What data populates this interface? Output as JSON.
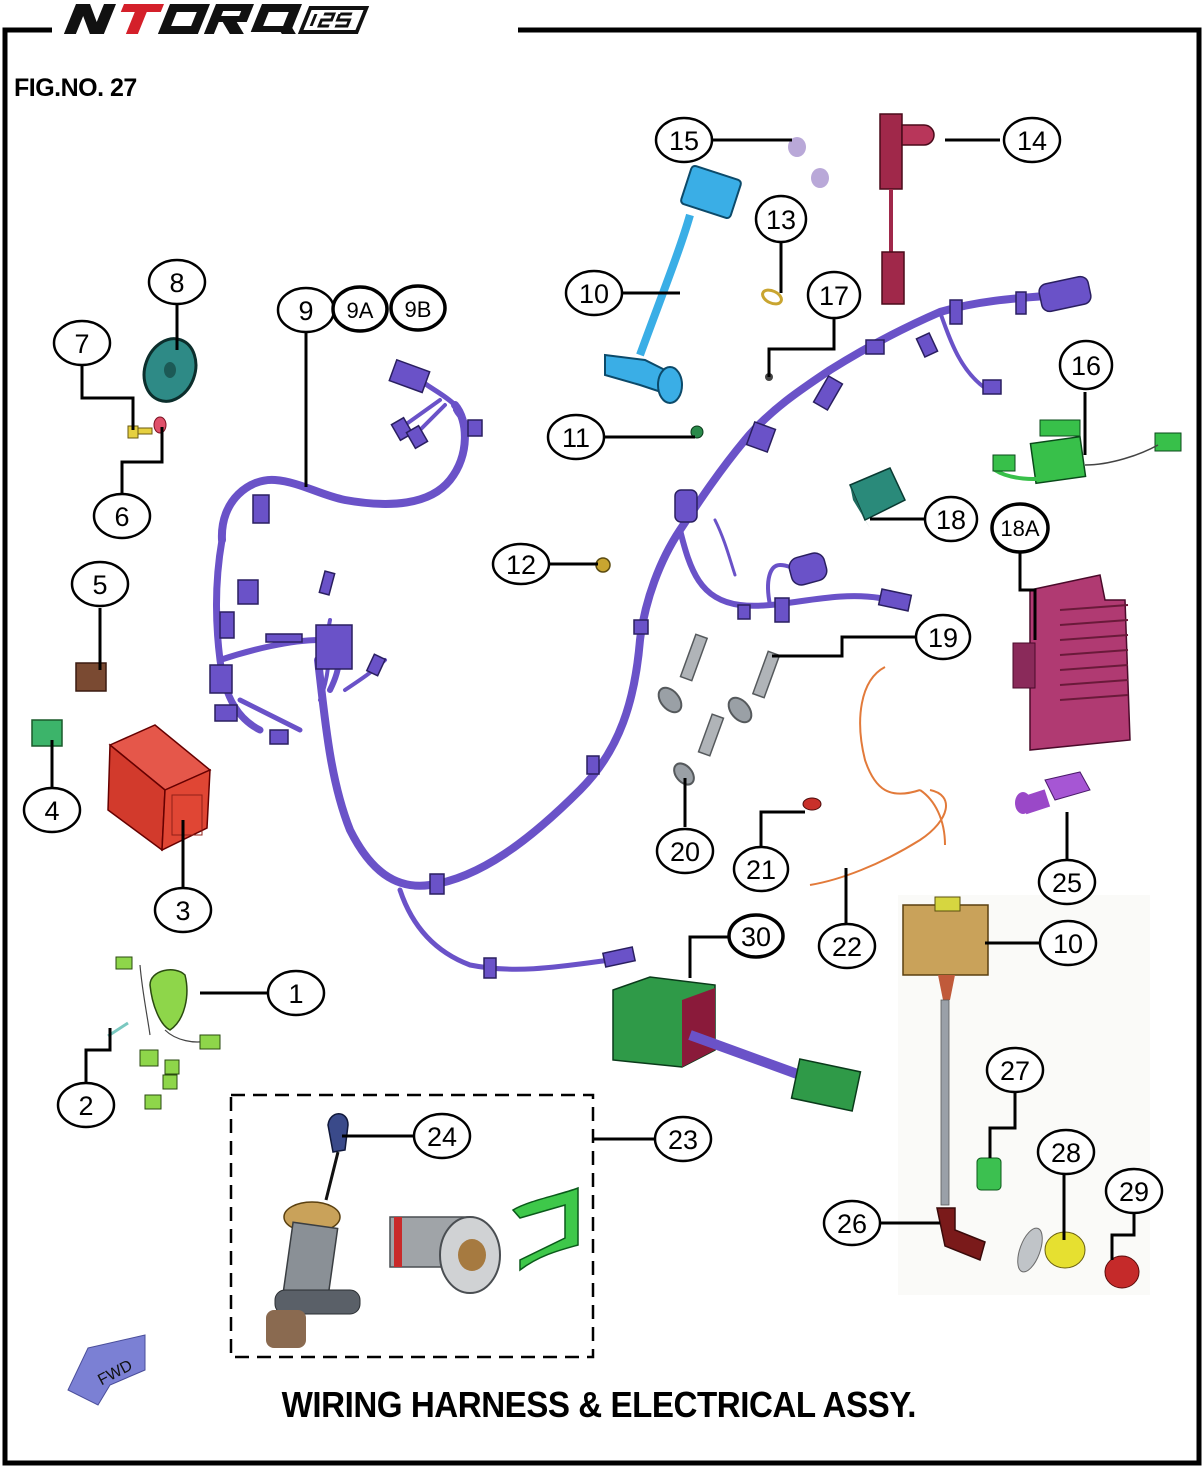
{
  "header": {
    "brand_logo_main": "NTORQ",
    "brand_logo_model": "125",
    "figure_number": "FIG.NO. 27"
  },
  "caption": "WIRING HARNESS & ELECTRICAL ASSY.",
  "direction_marker": "FWD",
  "colors": {
    "frame": "#000000",
    "harness": "#6a52c8",
    "logo_red": "#d4202a",
    "logo_black": "#111111",
    "horn": "#2e8a86",
    "battery": "#d8392b",
    "relay": "#7a4a32",
    "fuse": "#3cb46a",
    "ignition_coil_blue": "#3aaee6",
    "pickup_maroon": "#a0284a",
    "regulator": "#b03a72",
    "cdi_teal": "#2a8a7a",
    "coil_tan": "#c9a25a",
    "cap_wire": "#b34a1e",
    "flasher_green": "#2f9a48",
    "fuel_sensor_purple": "#9a48c8"
  },
  "callouts": [
    {
      "id": "1",
      "label": "1"
    },
    {
      "id": "2",
      "label": "2"
    },
    {
      "id": "3",
      "label": "3"
    },
    {
      "id": "4",
      "label": "4"
    },
    {
      "id": "5",
      "label": "5"
    },
    {
      "id": "6",
      "label": "6"
    },
    {
      "id": "7",
      "label": "7"
    },
    {
      "id": "8",
      "label": "8"
    },
    {
      "id": "9",
      "label": "9"
    },
    {
      "id": "9A",
      "label": "9A"
    },
    {
      "id": "9B",
      "label": "9B"
    },
    {
      "id": "10a",
      "label": "10"
    },
    {
      "id": "10b",
      "label": "10"
    },
    {
      "id": "11",
      "label": "11"
    },
    {
      "id": "12",
      "label": "12"
    },
    {
      "id": "13",
      "label": "13"
    },
    {
      "id": "14",
      "label": "14"
    },
    {
      "id": "15",
      "label": "15"
    },
    {
      "id": "16",
      "label": "16"
    },
    {
      "id": "17",
      "label": "17"
    },
    {
      "id": "18",
      "label": "18"
    },
    {
      "id": "18A",
      "label": "18A"
    },
    {
      "id": "19",
      "label": "19"
    },
    {
      "id": "20",
      "label": "20"
    },
    {
      "id": "21",
      "label": "21"
    },
    {
      "id": "22",
      "label": "22"
    },
    {
      "id": "23",
      "label": "23"
    },
    {
      "id": "24",
      "label": "24"
    },
    {
      "id": "25",
      "label": "25"
    },
    {
      "id": "26",
      "label": "26"
    },
    {
      "id": "27",
      "label": "27"
    },
    {
      "id": "28",
      "label": "28"
    },
    {
      "id": "29",
      "label": "29"
    },
    {
      "id": "30",
      "label": "30"
    }
  ],
  "parts": [
    {
      "callout": "1",
      "icon": "handlebar-switch-assy-icon"
    },
    {
      "callout": "2",
      "icon": "screw-icon"
    },
    {
      "callout": "3",
      "icon": "battery-icon"
    },
    {
      "callout": "4",
      "icon": "fuse-holder-icon"
    },
    {
      "callout": "5",
      "icon": "relay-icon"
    },
    {
      "callout": "6",
      "icon": "washer-icon"
    },
    {
      "callout": "7",
      "icon": "bolt-icon"
    },
    {
      "callout": "8",
      "icon": "horn-icon"
    },
    {
      "callout": "9",
      "icon": "main-wiring-harness-icon"
    },
    {
      "callout": "10",
      "icon": "ignition-coil-icon"
    },
    {
      "callout": "11",
      "icon": "grommet-icon"
    },
    {
      "callout": "12",
      "icon": "cable-clip-icon"
    },
    {
      "callout": "13",
      "icon": "band-clamp-icon"
    },
    {
      "callout": "14",
      "icon": "pickup-sensor-icon"
    },
    {
      "callout": "15",
      "icon": "rivet-clip-icon"
    },
    {
      "callout": "16",
      "icon": "stop-switch-harness-icon"
    },
    {
      "callout": "17",
      "icon": "small-screw-icon"
    },
    {
      "callout": "18",
      "icon": "cdi-unit-icon"
    },
    {
      "callout": "18A",
      "icon": "regulator-rectifier-icon"
    },
    {
      "callout": "19",
      "icon": "mounting-bolt-icon"
    },
    {
      "callout": "20",
      "icon": "rubber-washer-icon"
    },
    {
      "callout": "21",
      "icon": "terminal-cap-icon"
    },
    {
      "callout": "22",
      "icon": "ground-wire-icon"
    },
    {
      "callout": "23",
      "icon": "lock-set-icon"
    },
    {
      "callout": "24",
      "icon": "key-icon"
    },
    {
      "callout": "25",
      "icon": "fuel-level-sensor-icon"
    },
    {
      "callout": "26",
      "icon": "spark-plug-cap-icon"
    },
    {
      "callout": "27",
      "icon": "green-seal-icon"
    },
    {
      "callout": "28",
      "icon": "yellow-seal-icon"
    },
    {
      "callout": "29",
      "icon": "red-seal-icon"
    },
    {
      "callout": "30",
      "icon": "flasher-unit-icon"
    }
  ]
}
